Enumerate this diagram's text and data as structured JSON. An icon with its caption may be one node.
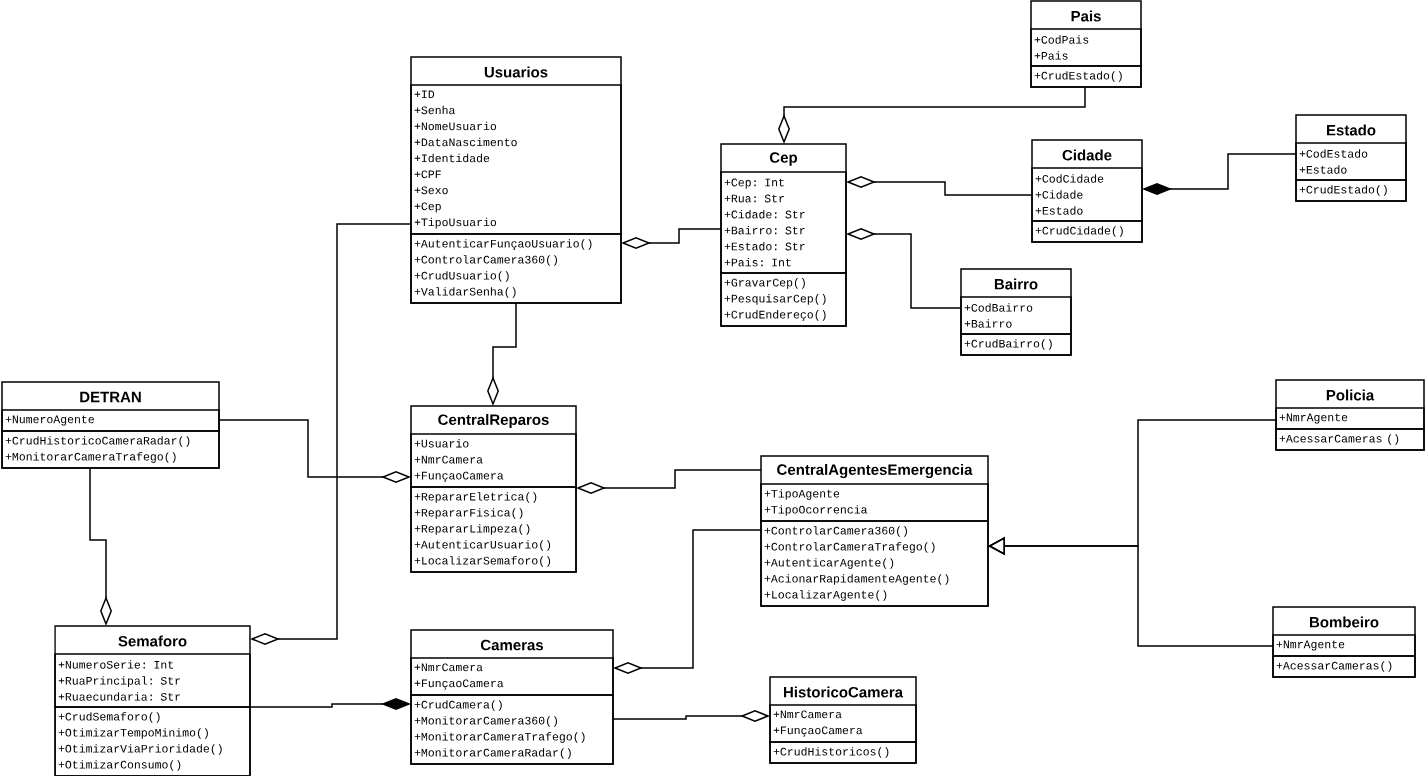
{
  "diagram": {
    "nodes": [
      {
        "text": [
          "Pais"
        ]
      },
      {
        "text": [
          "+CodPais",
          "+Pais"
        ],
        "in": 0
      },
      {
        "text": [
          "+CrudEstado()"
        ],
        "in": 0
      },
      {
        "text": [
          "Usuarios"
        ]
      },
      {
        "text": [
          "+ID",
          "+Senha",
          "+NomeUsuario",
          "+DataNascimento",
          "+Identidade",
          "+CPF",
          "+Sexo",
          "+Cep",
          "+TipoUsuario"
        ],
        "in": 3
      },
      {
        "text": [
          "+AutenticarFunçaoUsuario()",
          "+ControlarCamera360()",
          "+CrudUsuario()",
          "+ValidarSenha()"
        ],
        "in": 3
      },
      {
        "text": [
          "Cep"
        ]
      },
      {
        "text": [
          "+Cep: Int",
          "+Rua: Str",
          "+Cidade: Str",
          "+Bairro: Str",
          "+Estado: Str",
          "+Pais: Int"
        ],
        "in": 6
      },
      {
        "text": [
          "+GravarCep()",
          "+PesquisarCep()",
          "+CrudEndereço()"
        ],
        "in": 6
      },
      {
        "text": [
          "Cidade"
        ]
      },
      {
        "text": [
          "+CodCidade",
          "+Cidade",
          "+Estado"
        ],
        "in": 9
      },
      {
        "text": [
          "+CrudCidade()"
        ],
        "in": 9
      },
      {
        "text": [
          "Estado"
        ]
      },
      {
        "text": [
          "+CodEstado",
          "+Estado"
        ],
        "in": 12
      },
      {
        "text": [
          "+CrudEstado()"
        ],
        "in": 12
      },
      {
        "text": [
          "Bairro"
        ]
      },
      {
        "text": [
          "+CodBairro",
          "+Bairro"
        ],
        "in": 15
      },
      {
        "text": [
          "+CrudBairro()"
        ],
        "in": 15
      },
      {
        "text": [
          "DETRAN"
        ]
      },
      {
        "text": [
          "+NumeroAgente"
        ],
        "in": 18
      },
      {
        "text": [
          "+CrudHistoricoCameraRadar()",
          "+MonitorarCameraTrafego()"
        ],
        "in": 18
      },
      {
        "text": [
          "CentralReparos"
        ]
      },
      {
        "text": [
          "+Usuario",
          "+NmrCamera",
          "+FunçaoCamera"
        ],
        "in": 21
      },
      {
        "text": [
          "+RepararEletrica()",
          "+RepararFisica()",
          "+RepararLimpeza()",
          "+AutenticarUsuario()",
          "+LocalizarSemaforo()"
        ],
        "in": 21
      },
      {
        "text": [
          "CentralAgentesEmergencia"
        ]
      },
      {
        "text": [
          "+TipoAgente",
          "+TipoOcorrencia"
        ],
        "in": 24
      },
      {
        "text": [
          "+ControlarCamera360()",
          "+ControlarCameraTrafego()",
          "+AutenticarAgente()",
          "+AcionarRapidamenteAgente()",
          "+LocalizarAgente()"
        ],
        "in": 24
      },
      {
        "text": [
          "Policia"
        ]
      },
      {
        "text": [
          "+NmrAgente"
        ],
        "in": 27
      },
      {
        "text": [
          "+AcessarCameras ()"
        ],
        "in": 27
      },
      {
        "text": [
          "Semaforo"
        ]
      },
      {
        "text": [
          "+NumeroSerie: Int",
          "+RuaPrincipal: Str",
          "+Ruaecundaria: Str"
        ],
        "in": 30
      },
      {
        "text": [
          "+CrudSemaforo()",
          "+OtimizarTempoMinimo()",
          "+OtimizarViaPrioridade()",
          "+OtimizarConsumo()"
        ],
        "in": 30
      },
      {
        "text": [
          "Bombeiro"
        ]
      },
      {
        "text": [
          "+NmrAgente"
        ],
        "in": 33
      },
      {
        "text": [
          "+AcessarCameras()"
        ],
        "in": 33
      },
      {
        "text": [
          "Cameras"
        ]
      },
      {
        "text": [
          "+NmrCamera",
          "+FunçaoCamera"
        ],
        "in": 36
      },
      {
        "text": [
          "+CrudCamera()",
          "+MonitorarCamera360()",
          "+MonitorarCameraTrafego()",
          "+MonitorarCameraRadar()"
        ],
        "in": 36
      },
      {
        "text": [
          "HistoricoCamera"
        ]
      },
      {
        "text": [
          "+NmrCamera",
          "+FunçaoCamera"
        ],
        "in": 39
      },
      {
        "text": [
          "+CrudHistoricos()"
        ],
        "in": 39
      }
    ],
    "edges": [
      {
        "from": 0,
        "to": 6,
        "arrow": "other"
      },
      {
        "from": 6,
        "to": 3,
        "arrow": "other"
      },
      {
        "from": 9,
        "to": 6,
        "arrow": "other"
      },
      {
        "from": 15,
        "to": 6,
        "arrow": "other"
      },
      {
        "from": 12,
        "to": 9,
        "arrow": "other"
      },
      {
        "from": 3,
        "to": 21,
        "arrow": "other"
      },
      {
        "from": 18,
        "to": 21,
        "arrow": "other"
      },
      {
        "from": 18,
        "to": 30,
        "arrow": "other"
      },
      {
        "from": 3,
        "to": 30,
        "arrow": "other"
      },
      {
        "from": 24,
        "to": 21,
        "arrow": "other"
      },
      {
        "from": 27,
        "to": 24,
        "arrow": "to"
      },
      {
        "from": 33,
        "to": 24,
        "arrow": "to"
      },
      {
        "from": 24,
        "to": 36,
        "arrow": "other"
      },
      {
        "from": 30,
        "to": 36,
        "arrow": "other"
      },
      {
        "from": 36,
        "to": 39,
        "arrow": "other"
      }
    ]
  }
}
